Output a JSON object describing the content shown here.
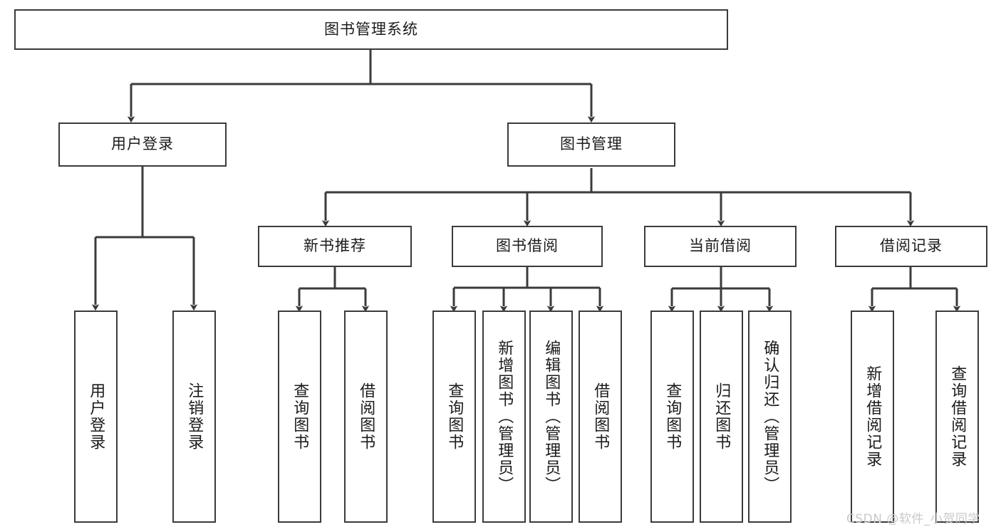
{
  "diagram": {
    "type": "tree-hierarchy-flowchart",
    "title": "图书管理系统",
    "levels": {
      "root": {
        "label": "图书管理系统"
      },
      "level2": [
        {
          "id": "user-login",
          "label": "用户登录"
        },
        {
          "id": "book-management",
          "label": "图书管理"
        }
      ],
      "level3": [
        {
          "id": "new-book-recommend",
          "label": "新书推荐",
          "parent": "book-management"
        },
        {
          "id": "book-borrow",
          "label": "图书借阅",
          "parent": "book-management"
        },
        {
          "id": "current-borrow",
          "label": "当前借阅",
          "parent": "book-management"
        },
        {
          "id": "borrow-record",
          "label": "借阅记录",
          "parent": "book-management"
        }
      ],
      "leaves": [
        {
          "id": "leaf-user-login",
          "label": "用户登录",
          "parent": "user-login"
        },
        {
          "id": "leaf-logout-login",
          "label": "注销登录",
          "parent": "user-login"
        },
        {
          "id": "leaf-query-book-1",
          "label": "查询图书",
          "parent": "new-book-recommend"
        },
        {
          "id": "leaf-borrow-book-1",
          "label": "借阅图书",
          "parent": "new-book-recommend"
        },
        {
          "id": "leaf-query-book-2",
          "label": "查询图书",
          "parent": "book-borrow"
        },
        {
          "id": "leaf-add-book",
          "label": "新增图书（管理员）",
          "parent": "book-borrow"
        },
        {
          "id": "leaf-edit-book",
          "label": "编辑图书（管理员）",
          "parent": "book-borrow"
        },
        {
          "id": "leaf-borrow-book-2",
          "label": "借阅图书",
          "parent": "book-borrow"
        },
        {
          "id": "leaf-query-book-3",
          "label": "查询图书",
          "parent": "current-borrow"
        },
        {
          "id": "leaf-return-book",
          "label": "归还图书",
          "parent": "current-borrow"
        },
        {
          "id": "leaf-confirm-return",
          "label": "确认归还（管理员）",
          "parent": "current-borrow"
        },
        {
          "id": "leaf-add-record",
          "label": "新增借阅记录",
          "parent": "borrow-record"
        },
        {
          "id": "leaf-query-record",
          "label": "查询借阅记录",
          "parent": "borrow-record"
        }
      ]
    },
    "colors": {
      "box_border": "#3b3b3b",
      "box_fill": "#ffffff",
      "edge": "#3b3b3b",
      "text": "#1b1b1b",
      "watermark": "#c9c9c9",
      "background": "#ffffff"
    }
  },
  "watermark": {
    "text": "CSDN @软件_小贺同学"
  }
}
